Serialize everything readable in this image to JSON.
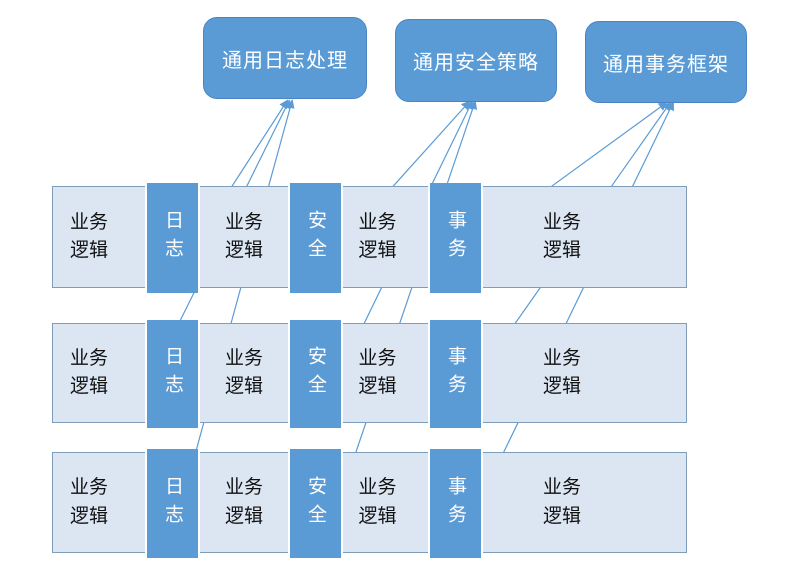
{
  "colors": {
    "accent": "#5b9bd5",
    "box_border": "#4a84c4",
    "box_text": "#ffffff",
    "bar_fill": "#dbe6f2",
    "bar_border": "#7f9db9",
    "bar_text": "#111111",
    "arrow": "#5b9bd5",
    "page_bg": "#ffffff"
  },
  "top_boxes": [
    {
      "id": "logging",
      "label": "通用日志处理"
    },
    {
      "id": "security",
      "label": "通用安全策略"
    },
    {
      "id": "transaction",
      "label": "通用事务框架"
    }
  ],
  "rows": [
    {
      "segments": [
        {
          "type": "business",
          "label": "业务\n逻辑"
        },
        {
          "type": "aspect",
          "label": "日志"
        },
        {
          "type": "business",
          "label": "业务\n逻辑"
        },
        {
          "type": "aspect",
          "label": "安全"
        },
        {
          "type": "business",
          "label": "业务\n逻辑"
        },
        {
          "type": "aspect",
          "label": "事务"
        },
        {
          "type": "business",
          "label": "业务\n逻辑"
        }
      ]
    },
    {
      "segments": [
        {
          "type": "business",
          "label": "业务\n逻辑"
        },
        {
          "type": "aspect",
          "label": "日志"
        },
        {
          "type": "business",
          "label": "业务\n逻辑"
        },
        {
          "type": "aspect",
          "label": "安全"
        },
        {
          "type": "business",
          "label": "业务\n逻辑"
        },
        {
          "type": "aspect",
          "label": "事务"
        },
        {
          "type": "business",
          "label": "业务\n逻辑"
        }
      ]
    },
    {
      "segments": [
        {
          "type": "business",
          "label": "业务\n逻辑"
        },
        {
          "type": "aspect",
          "label": "日志"
        },
        {
          "type": "business",
          "label": "业务\n逻辑"
        },
        {
          "type": "aspect",
          "label": "安全"
        },
        {
          "type": "business",
          "label": "业务\n逻辑"
        },
        {
          "type": "aspect",
          "label": "事务"
        },
        {
          "type": "business",
          "label": "业务\n逻辑"
        }
      ]
    }
  ],
  "arrows": [
    {
      "from": "row1-log",
      "to": "logging-box"
    },
    {
      "from": "row2-log",
      "to": "logging-box"
    },
    {
      "from": "row3-log",
      "to": "logging-box"
    },
    {
      "from": "row1-security",
      "to": "security-box"
    },
    {
      "from": "row2-security",
      "to": "security-box"
    },
    {
      "from": "row3-security",
      "to": "security-box"
    },
    {
      "from": "row1-transaction",
      "to": "transaction-box"
    },
    {
      "from": "row2-transaction",
      "to": "transaction-box"
    },
    {
      "from": "row3-transaction",
      "to": "transaction-box"
    }
  ]
}
